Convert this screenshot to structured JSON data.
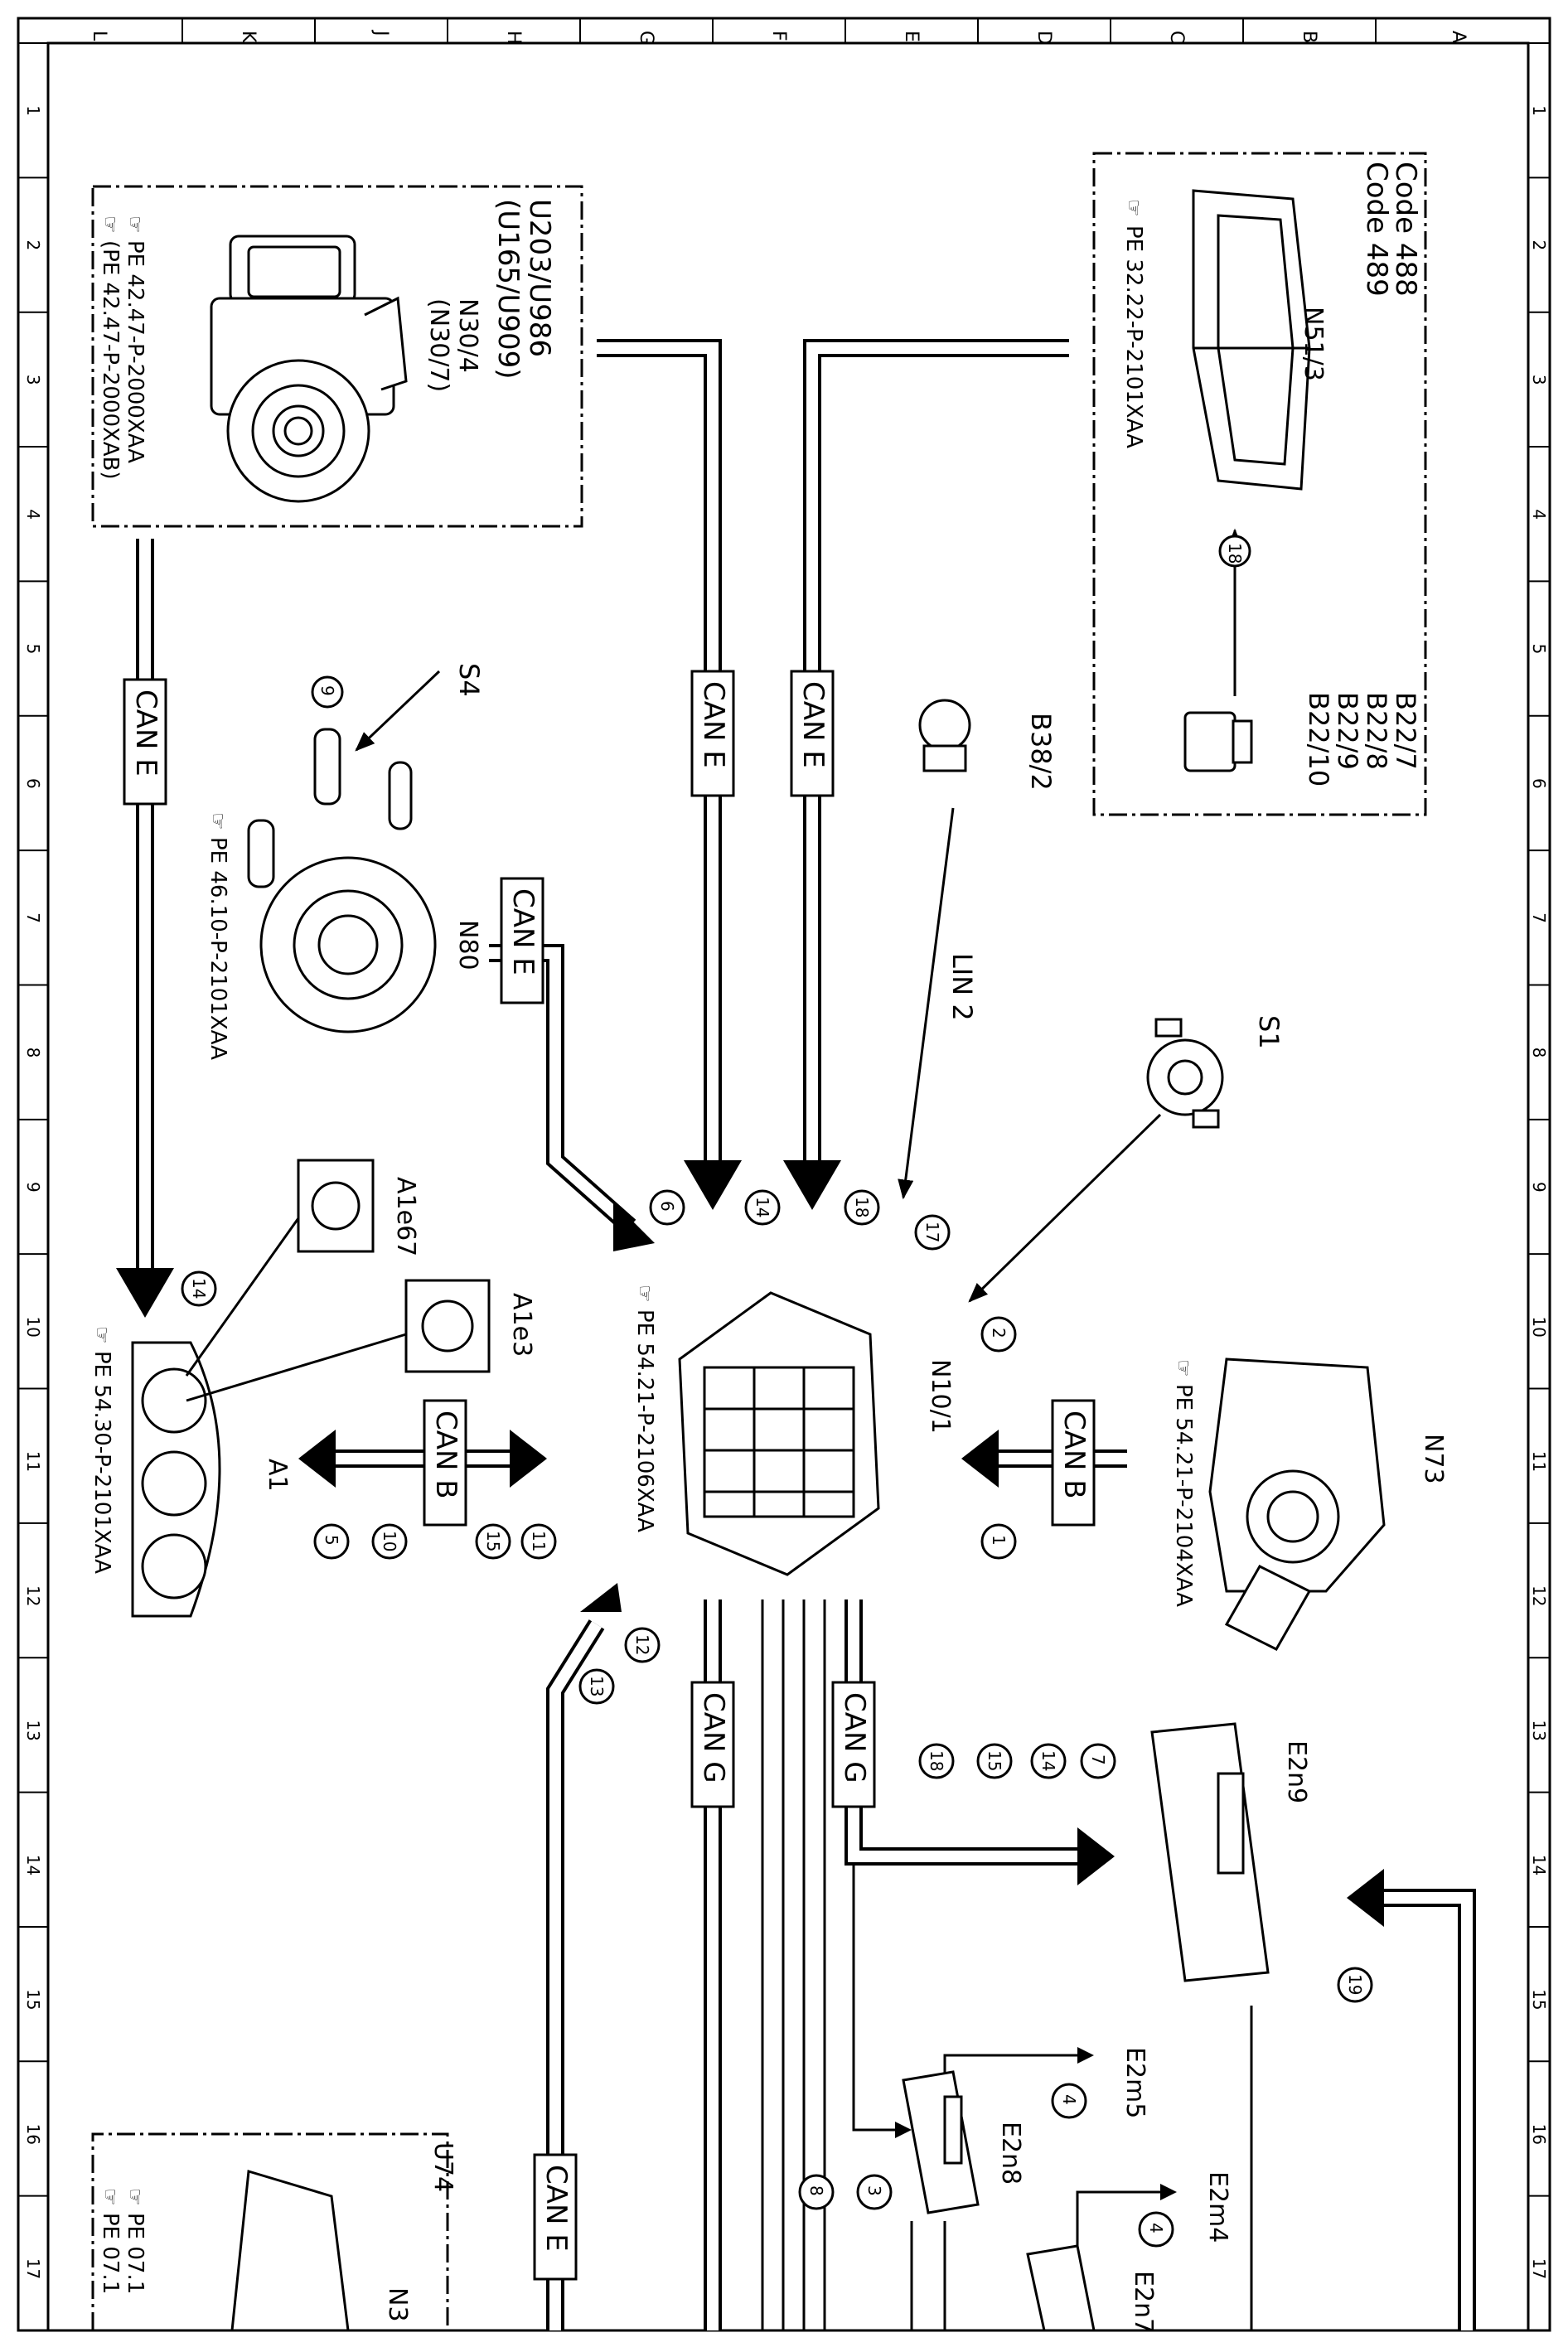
{
  "columns": [
    "L",
    "K",
    "J",
    "H",
    "G",
    "F",
    "E",
    "D",
    "C",
    "B",
    "A"
  ],
  "rows": [
    "1",
    "2",
    "3",
    "4",
    "5",
    "6",
    "7",
    "8",
    "9",
    "10",
    "11",
    "12",
    "13",
    "14",
    "15",
    "16",
    "17"
  ],
  "components": {
    "u203": {
      "title": "U203/U986",
      "title2": "(U165/U909)",
      "id": "N30/4",
      "id2": "(N30/7)",
      "ref1": "PE 42.47-P-2000XAA",
      "ref2": "(PE 42.47-P-2000XAB)"
    },
    "code": {
      "line1": "Code 488",
      "line2": "Code 489",
      "id": "N51/3",
      "ref": "PE 32.22-P-2101XAA"
    },
    "b22": {
      "l1": "B22/7",
      "l2": "B22/8",
      "l3": "B22/9",
      "l4": "B22/10"
    },
    "s4": {
      "id": "S4",
      "ref": "PE 46.10-P-2101XAA"
    },
    "n80": {
      "id": "N80"
    },
    "b38": {
      "id": "B38/2"
    },
    "s1": {
      "id": "S1"
    },
    "n73": {
      "id": "N73",
      "ref": "PE 54.21-P-2104XAA"
    },
    "n10": {
      "id": "N10/1",
      "ref": "PE 54.21-P-2106XAA"
    },
    "a1": {
      "id": "A1",
      "ref": "PE 54.30-P-2101XAA"
    },
    "a1e67": {
      "id": "A1e67"
    },
    "a1e3": {
      "id": "A1e3"
    },
    "e2n9": {
      "id": "E2n9"
    },
    "e2m5": {
      "id": "E2m5"
    },
    "e2n8": {
      "id": "E2n8"
    },
    "e2m4": {
      "id": "E2m4"
    },
    "e2n7": {
      "id": "E2n7"
    },
    "u74": {
      "id": "U74",
      "ref1": "PE 07.1",
      "ref2": "PE 07.1",
      "id2": "N3"
    }
  },
  "bus_labels": {
    "can_e": "CAN E",
    "can_b": "CAN B",
    "can_g": "CAN G",
    "lin2": "LIN 2"
  },
  "numbers": [
    "1",
    "2",
    "3",
    "4",
    "5",
    "6",
    "7",
    "8",
    "9",
    "10",
    "11",
    "12",
    "13",
    "14",
    "15",
    "17",
    "18",
    "19"
  ]
}
